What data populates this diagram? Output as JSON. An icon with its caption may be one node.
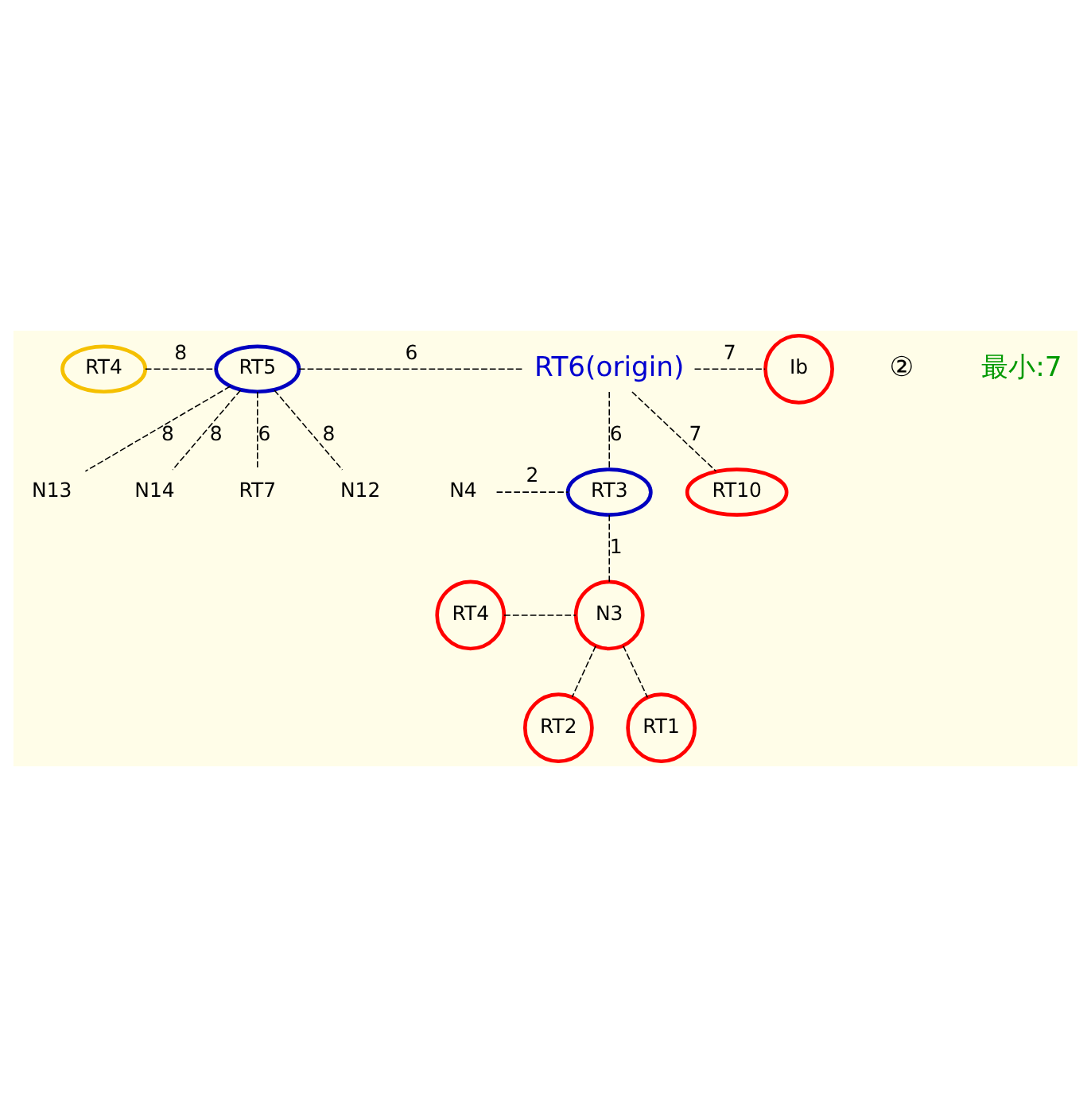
{
  "diagram": {
    "nodes": [
      {
        "text": [
          "RT4"
        ]
      },
      {
        "text": [
          "RT5"
        ]
      },
      {
        "text": [
          "RT6(origin)"
        ]
      },
      {
        "text": [
          "Ib"
        ]
      },
      {
        "text": [
          "RT7"
        ]
      },
      {
        "text": [
          "N12"
        ]
      },
      {
        "text": [
          "N13"
        ]
      },
      {
        "text": [
          "N14"
        ]
      },
      {
        "text": [
          "N4"
        ]
      },
      {
        "text": [
          "RT3"
        ]
      },
      {
        "text": [
          "RT10"
        ]
      },
      {
        "text": [
          "RT4"
        ]
      },
      {
        "text": [
          "N3"
        ]
      },
      {
        "text": [
          "RT2"
        ]
      },
      {
        "text": [
          "RT1"
        ]
      }
    ],
    "edges": [
      {
        "from": 0,
        "to": 1,
        "arrow": "none",
        "style": "dashed",
        "label": "8"
      },
      {
        "from": 1,
        "to": 2,
        "arrow": "none",
        "style": "dashed",
        "label": "6"
      },
      {
        "from": 2,
        "to": 3,
        "arrow": "none",
        "style": "dashed",
        "label": "7"
      },
      {
        "from": 1,
        "to": 4,
        "arrow": "none",
        "style": "dashed",
        "label": "6"
      },
      {
        "from": 1,
        "to": 5,
        "arrow": "none",
        "style": "dashed",
        "label": "8"
      },
      {
        "from": 1,
        "to": 6,
        "arrow": "none",
        "style": "dashed",
        "label": "8"
      },
      {
        "from": 1,
        "to": 7,
        "arrow": "none",
        "style": "dashed",
        "label": "8"
      },
      {
        "from": 2,
        "to": 9,
        "arrow": "none",
        "style": "dashed",
        "label": "6"
      },
      {
        "from": 2,
        "to": 10,
        "arrow": "none",
        "style": "dashed",
        "label": "7"
      },
      {
        "from": 8,
        "to": 9,
        "arrow": "none",
        "style": "dashed",
        "label": "2"
      },
      {
        "from": 9,
        "to": 12,
        "arrow": "none",
        "style": "dashed",
        "label": "1"
      },
      {
        "from": 11,
        "to": 12,
        "arrow": "none",
        "style": "dashed"
      },
      {
        "from": 12,
        "to": 13,
        "arrow": "none",
        "style": "dashed"
      },
      {
        "from": 12,
        "to": 14,
        "arrow": "none",
        "style": "dashed"
      }
    ],
    "labels": [
      "②",
      "最小:7"
    ]
  }
}
